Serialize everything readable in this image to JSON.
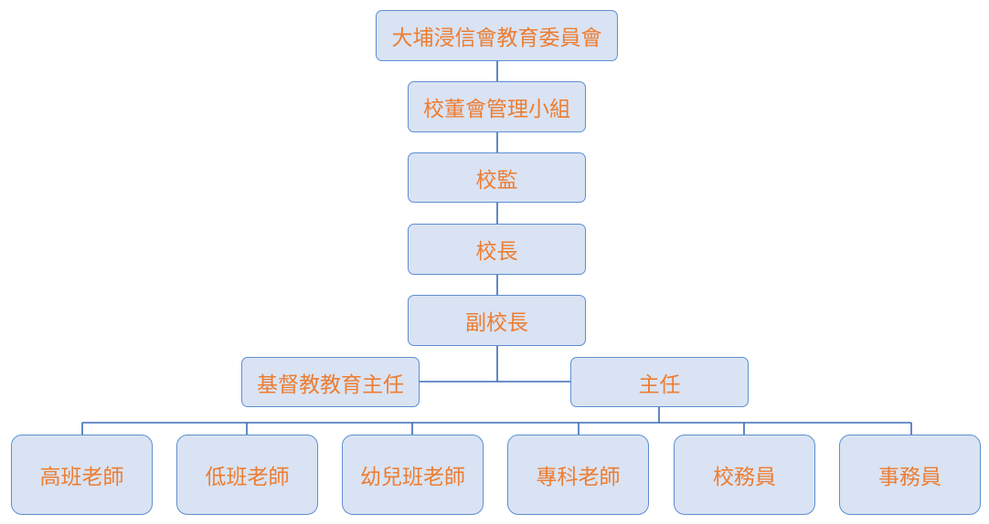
{
  "chart": {
    "nodes": {
      "committee": "大埔浸信會教育委員會",
      "board": "校董會管理小組",
      "supervisor": "校監",
      "principal": "校長",
      "vice_principal": "副校長",
      "christian_ed_head": "基督教教育主任",
      "head": "主任",
      "senior_teacher": "高班老師",
      "junior_teacher": "低班老師",
      "nursery_teacher": "幼兒班老師",
      "specialist_teacher": "專科老師",
      "school_affairs": "校務員",
      "clerk": "事務員"
    }
  },
  "colors": {
    "box_fill": "#dae3f3",
    "box_border": "#5b8fd1",
    "text": "#ed7d31",
    "line": "#3a6bb5"
  }
}
